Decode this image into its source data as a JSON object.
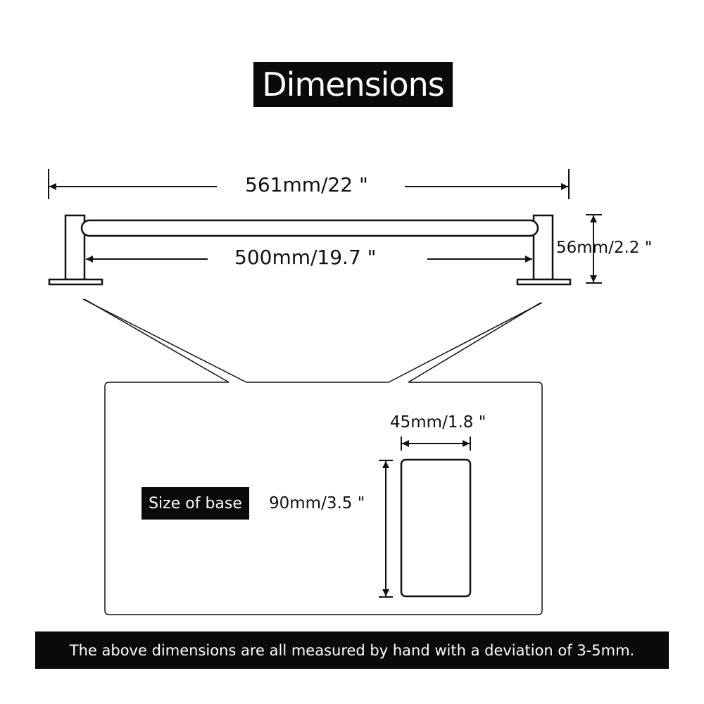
{
  "header": {
    "title": "Dimensions"
  },
  "dimensions": {
    "overall_length": "561mm/22 \"",
    "bar_length": "500mm/19.7 \"",
    "height": "56mm/2.2 \"",
    "base_width": "45mm/1.8 \"",
    "base_height": "90mm/3.5 \""
  },
  "base_section": {
    "label": "Size of base"
  },
  "footer": {
    "note": "The above dimensions are all measured by hand with a deviation of 3-5mm."
  }
}
